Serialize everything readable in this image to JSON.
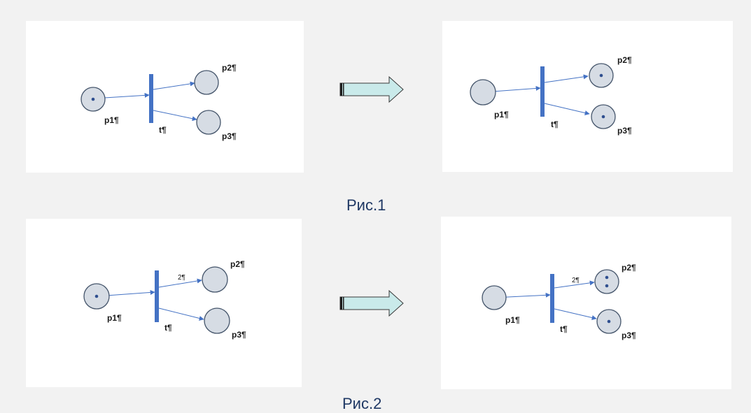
{
  "figures": [
    {
      "caption": "Рис.1",
      "before": {
        "p1": "p1¶",
        "p2": "p2¶",
        "p3": "p3¶",
        "t": "t¶",
        "tokens": {
          "p1": 1,
          "p2": 0,
          "p3": 0
        }
      },
      "after": {
        "p1": "p1¶",
        "p2": "p2¶",
        "p3": "p3¶",
        "t": "t¶",
        "tokens": {
          "p1": 0,
          "p2": 1,
          "p3": 1
        }
      }
    },
    {
      "caption": "Рис.2",
      "before": {
        "p1": "p1¶",
        "p2": "p2¶",
        "p3": "p3¶",
        "t": "t¶",
        "weight_t_p2": "2¶",
        "tokens": {
          "p1": 1,
          "p2": 0,
          "p3": 0
        }
      },
      "after": {
        "p1": "p1¶",
        "p2": "p2¶",
        "p3": "p3¶",
        "t": "t¶",
        "weight_t_p2": "2¶",
        "tokens": {
          "p1": 0,
          "p2": 2,
          "p3": 1
        }
      }
    }
  ],
  "colors": {
    "background": "#f2f2f2",
    "panel": "#ffffff",
    "place_fill": "#d6dce4",
    "place_stroke": "#44546a",
    "transition": "#4472c4",
    "arc": "#4472c4",
    "token": "#2f4f8f",
    "block_arrow_fill": "#c9eaea",
    "block_arrow_stroke": "#3a3a3a",
    "caption": "#1f3864"
  }
}
